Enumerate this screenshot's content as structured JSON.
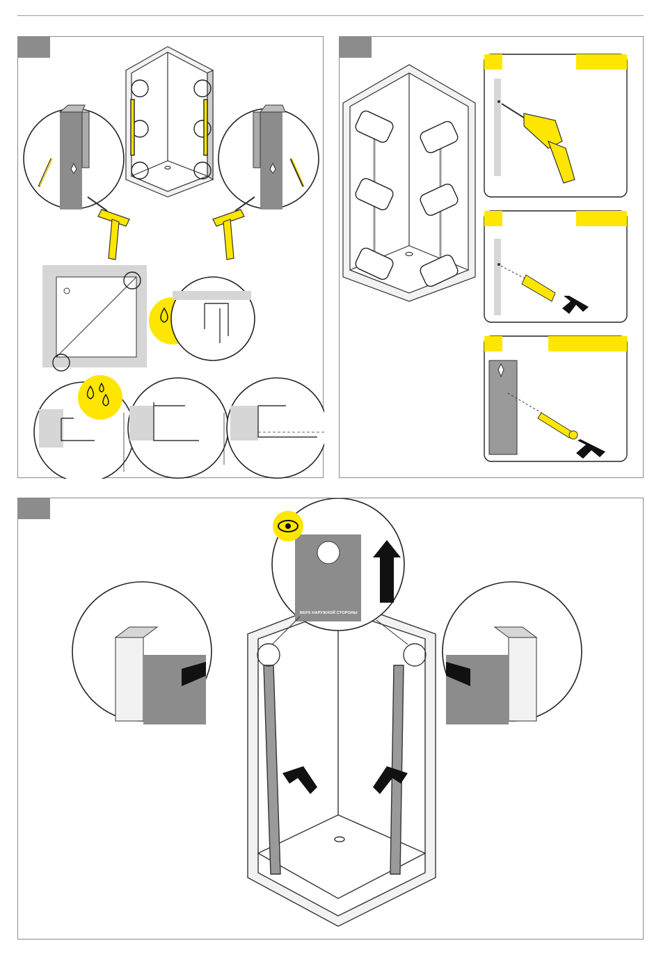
{
  "document": {
    "type": "installation-instructions",
    "steps": [
      {
        "id": "step-a",
        "label": ""
      },
      {
        "id": "step-b",
        "label": ""
      },
      {
        "id": "step-c",
        "label": ""
      }
    ]
  },
  "panel_c": {
    "card_label": "ВЕРХ НАРУЖНОЙ СТОРОНЫ"
  },
  "colors": {
    "accent": "#FFE600",
    "panel_gray": "#8C8C8C",
    "line": "#333333",
    "glass": "#9A9A9A",
    "wall": "#D6D6D6"
  },
  "icons": [
    "drop-icon",
    "eye-icon",
    "drill-icon",
    "hammer-icon",
    "screw-icon",
    "wall-plug-icon",
    "arrow-icon"
  ]
}
